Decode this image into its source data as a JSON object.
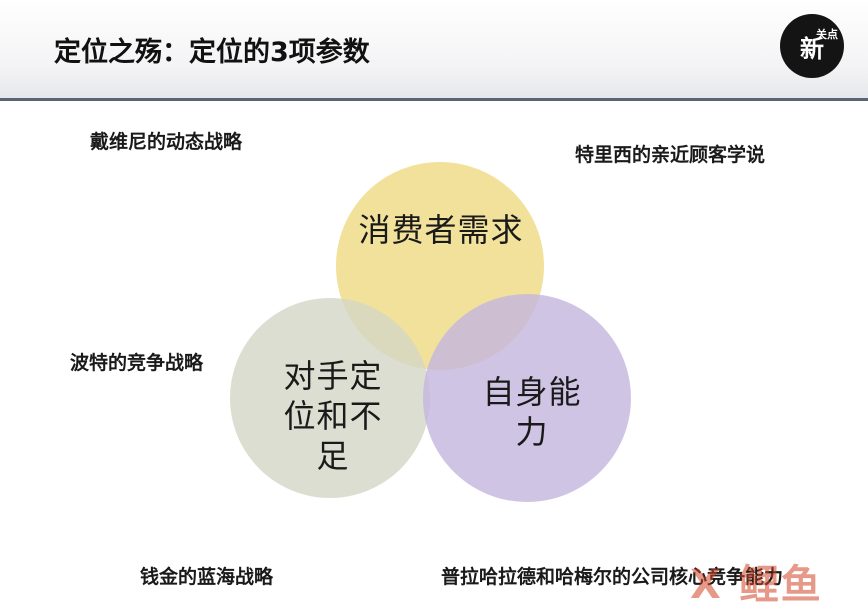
{
  "header": {
    "title": "定位之殇：定位的3项参数",
    "logo_text": "新",
    "logo_sub": "关点"
  },
  "corner_labels": {
    "top_left": "戴维尼的动态战略",
    "top_right": "特里西的亲近顾客学说",
    "middle_left": "波特的竞争战略",
    "bottom_left": "钱金的蓝海战略",
    "bottom_right": "普拉哈拉德和哈梅尔的公司核心竞争能力"
  },
  "venn": {
    "top": {
      "label": "消费者需求",
      "color": "#f0dc8a"
    },
    "left": {
      "label": "对手定位和不足",
      "color": "#d3d6c5"
    },
    "right": {
      "label": "自身能力",
      "color": "#c4b5df"
    }
  },
  "watermark": "X 鲤鱼"
}
